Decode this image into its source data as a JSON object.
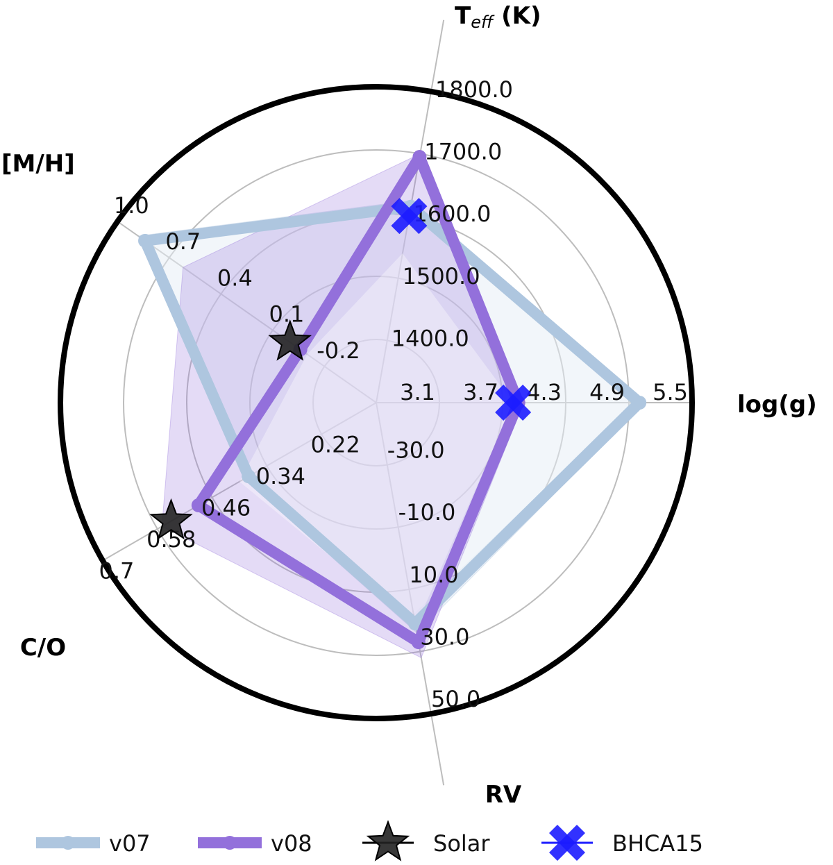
{
  "chart_data": {
    "type": "radar",
    "axes": [
      {
        "key": "teff",
        "label_main": "T",
        "label_sub": "eff",
        "label_suffix": " (K)",
        "ticks": [
          "1400.0",
          "1500.0",
          "1600.0",
          "1700.0",
          "1800.0"
        ],
        "range": [
          1300,
          1800
        ]
      },
      {
        "key": "logg",
        "label": "log(g)",
        "ticks": [
          "3.1",
          "3.7",
          "4.3",
          "4.9",
          "5.5"
        ],
        "range": [
          2.5,
          5.5
        ]
      },
      {
        "key": "rv",
        "label": "RV",
        "ticks": [
          "-30.0",
          "-10.0",
          "10.0",
          "30.0",
          "50.0"
        ],
        "range": [
          -50,
          50
        ]
      },
      {
        "key": "co",
        "label": "C/O",
        "ticks": [
          "0.22",
          "0.34",
          "0.46",
          "0.58",
          "0.7"
        ],
        "range": [
          0.1,
          0.7
        ]
      },
      {
        "key": "mh",
        "label": "[M/H]",
        "ticks": [
          "-0.2",
          "0.1",
          "0.4",
          "0.7",
          "1.0"
        ],
        "range": [
          -0.5,
          1.0
        ]
      }
    ],
    "series": [
      {
        "name": "v07",
        "color": "#aec6df",
        "values": [
          1615,
          5.0,
          21,
          0.38,
          0.84
        ],
        "lower": [
          1605,
          4.95,
          18,
          0.37,
          0.82
        ],
        "upper": [
          1625,
          5.05,
          24,
          0.39,
          0.88
        ]
      },
      {
        "name": "v08",
        "color": "#9370db",
        "values": [
          1695,
          3.85,
          27,
          0.49,
          -0.06
        ],
        "lower": [
          1540,
          3.8,
          22,
          0.4,
          -0.1
        ],
        "upper": [
          1700,
          3.9,
          32,
          0.57,
          0.62
        ]
      }
    ],
    "markers": [
      {
        "name": "Solar",
        "symbol": "star",
        "color": "#222222",
        "axis": "mh",
        "value": 0.0
      },
      {
        "name": "Solar",
        "symbol": "star",
        "color": "#222222",
        "axis": "co",
        "value": 0.55
      },
      {
        "name": "BHCA15",
        "symbol": "x",
        "color": "#1c1cff",
        "axis": "teff",
        "value": 1600
      },
      {
        "name": "BHCA15",
        "symbol": "x",
        "color": "#1c1cff",
        "axis": "logg",
        "value": 3.8
      }
    ],
    "legend": {
      "placement": "bottom",
      "entries": [
        {
          "name": "v07",
          "symbol": "line-dot",
          "color": "#aec6df"
        },
        {
          "name": "v08",
          "symbol": "line-dot",
          "color": "#9370db"
        },
        {
          "name": "Solar",
          "symbol": "star",
          "color": "#222222"
        },
        {
          "name": "BHCA15",
          "symbol": "x",
          "color": "#1c1cff"
        }
      ]
    },
    "grid": true
  }
}
